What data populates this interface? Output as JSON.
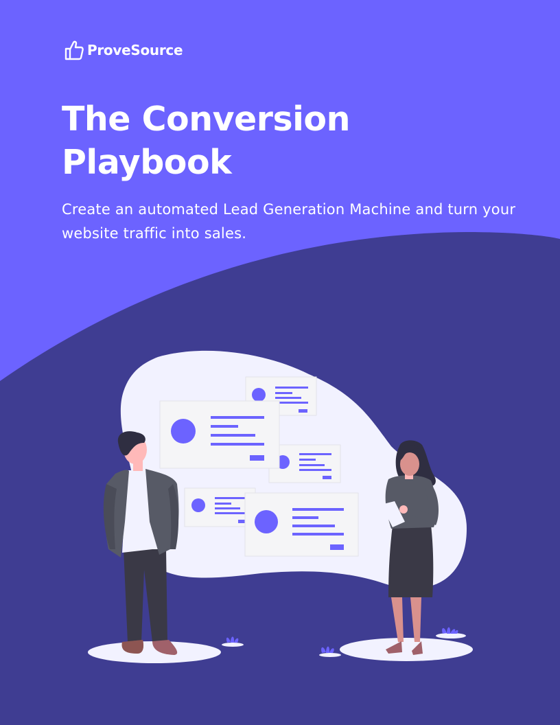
{
  "brand": {
    "name": "ProveSource",
    "logo_icon": "thumbs-up-icon"
  },
  "cover": {
    "title": "The Conversion Playbook",
    "subtitle": "Create an automated Lead Generation Machine and turn your website traffic into sales."
  },
  "colors": {
    "accent": "#6c63ff",
    "dark_band": "#3f3d92",
    "blob": "#f2f2ff",
    "card": "#f5f5f7",
    "text": "#ffffff"
  }
}
